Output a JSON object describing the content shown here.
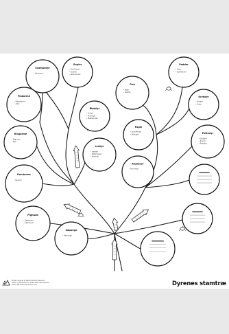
{
  "poster": {
    "title": "Dyrenes stamtræ",
    "credit_lines": [
      "Plakat udgivet af Naturhistorisk Museum",
      "Tekst og illustrationer: Naturhistorisk Museum",
      "www.naturhistoriskmuseum.dk"
    ]
  },
  "nodes": [
    {
      "id": "svampedyr",
      "title": "Svampedyr",
      "lines": [
        "Havsvamp"
      ]
    },
    {
      "id": "gopler",
      "title": "Gopler",
      "lines": [
        "Vandmænd",
        "Koraller",
        "Søanemoner"
      ]
    },
    {
      "id": "fladorme",
      "title": "Fladorme",
      "lines": [
        "Bændelorm",
        "Ikter"
      ]
    },
    {
      "id": "bloeddyr",
      "title": "Bløddyr",
      "lines": [
        "Snegle",
        "Muslinger",
        "Blæksprutter"
      ]
    },
    {
      "id": "ringorme",
      "title": "Ringorme",
      "lines": [
        "Regnorm",
        "Igler"
      ]
    },
    {
      "id": "leddyr",
      "title": "Leddyr",
      "lines": [
        "Insekter",
        "Edderkopper",
        "Krebsdyr"
      ]
    },
    {
      "id": "rundorme",
      "title": "Rundorme",
      "lines": [
        "Spolorm"
      ]
    },
    {
      "id": "pighude",
      "title": "Pighude",
      "lines": [
        "Søstjerner",
        "Søpindsvin"
      ]
    },
    {
      "id": "soepunge",
      "title": "Søpunge",
      "lines": [
        "Havpunge"
      ]
    },
    {
      "id": "fisk",
      "title": "Fisk",
      "lines": [
        "Hajer",
        "Benfisk"
      ]
    },
    {
      "id": "padder",
      "title": "Padder",
      "lines": [
        "Frøer",
        "Salamandre"
      ]
    },
    {
      "id": "krybdyr",
      "title": "Krybdyr",
      "lines": [
        "Slanger",
        "Firben"
      ]
    },
    {
      "id": "fugle",
      "title": "Fugle",
      "lines": [
        "Spurvefugle",
        "Rovfugle"
      ]
    },
    {
      "id": "pattedyr",
      "title": "Pattedyr",
      "lines": [
        "Gnavere",
        "Rovdyr",
        "Primater"
      ]
    },
    {
      "id": "koeberdyr",
      "title": "Kæbedyr",
      "lines": [
        "Hvirveldyr"
      ]
    }
  ]
}
